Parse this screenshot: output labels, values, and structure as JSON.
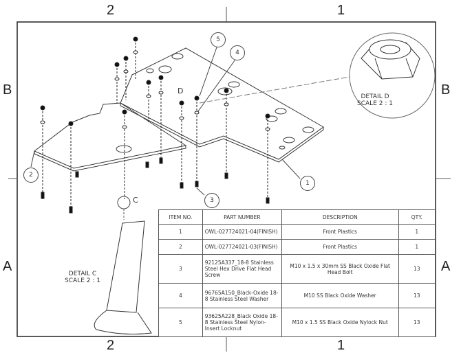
{
  "zones": {
    "top": [
      "2",
      "1"
    ],
    "bottom": [
      "2",
      "1"
    ],
    "left": [
      "B",
      "A"
    ],
    "right": [
      "B",
      "A"
    ]
  },
  "balloons": [
    "1",
    "2",
    "3",
    "4",
    "5"
  ],
  "detail_markers": {
    "c": "C",
    "d": "D"
  },
  "detail_c": {
    "title": "DETAIL C",
    "scale": "SCALE 2 : 1"
  },
  "detail_d": {
    "title": "DETAIL D",
    "scale": "SCALE 2 : 1"
  },
  "bom": {
    "headers": [
      "ITEM NO.",
      "PART NUMBER",
      "DESCRIPTION",
      "QTY."
    ],
    "rows": [
      {
        "item": "1",
        "part": "OWL-027724021-04(FINISH)",
        "description": "Front Plastics",
        "qty": "1"
      },
      {
        "item": "2",
        "part": "OWL-027724021-03(FINISH)",
        "description": "Front Plastics",
        "qty": "1"
      },
      {
        "item": "3",
        "part": "92125A337_18-8 Stainless Steel Hex Drive Flat Head Screw",
        "description": "M10 x 1.5 x 30mm SS Black Oxide Flat Head Bolt",
        "qty": "13"
      },
      {
        "item": "4",
        "part": "96765A150_Black-Oxide 18-8 Stainless Steel Washer",
        "description": "M10 SS Black Oxide Washer",
        "qty": "13"
      },
      {
        "item": "5",
        "part": "93625A228_Black Oxide 18-8 Stainless Steel Nylon-Insert Locknut",
        "description": "M10 x 1.5 SS Black Oxide Nylock Nut",
        "qty": "13"
      }
    ]
  }
}
